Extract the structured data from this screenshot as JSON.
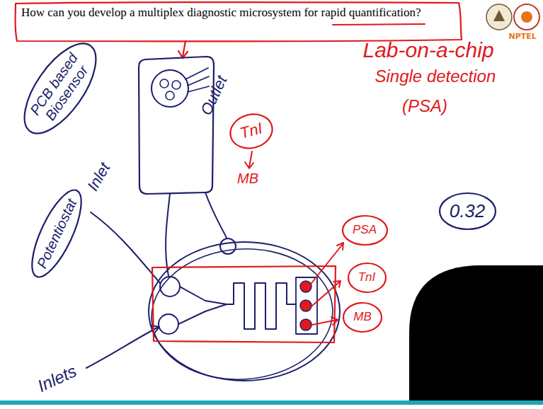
{
  "diagram": {
    "title": "How can you develop a multiplex diagnostic microsystem for rapid quantification?",
    "nodes": [
      {
        "text": [
          "PCB based Biosensor"
        ]
      },
      {
        "text": [
          "TnI"
        ]
      },
      {
        "text": [
          "0.32"
        ]
      },
      {
        "text": [
          "Potentiostat"
        ]
      },
      {
        "text": [
          "PSA"
        ]
      },
      {
        "text": [
          "TnI"
        ]
      },
      {
        "text": [
          "MB"
        ]
      }
    ],
    "labels": [
      "Lab-on-a-chip",
      "Single detection",
      "(PSA)",
      "Inlet",
      "Outlet",
      "MB",
      "Inlets",
      "NPTEL"
    ]
  }
}
